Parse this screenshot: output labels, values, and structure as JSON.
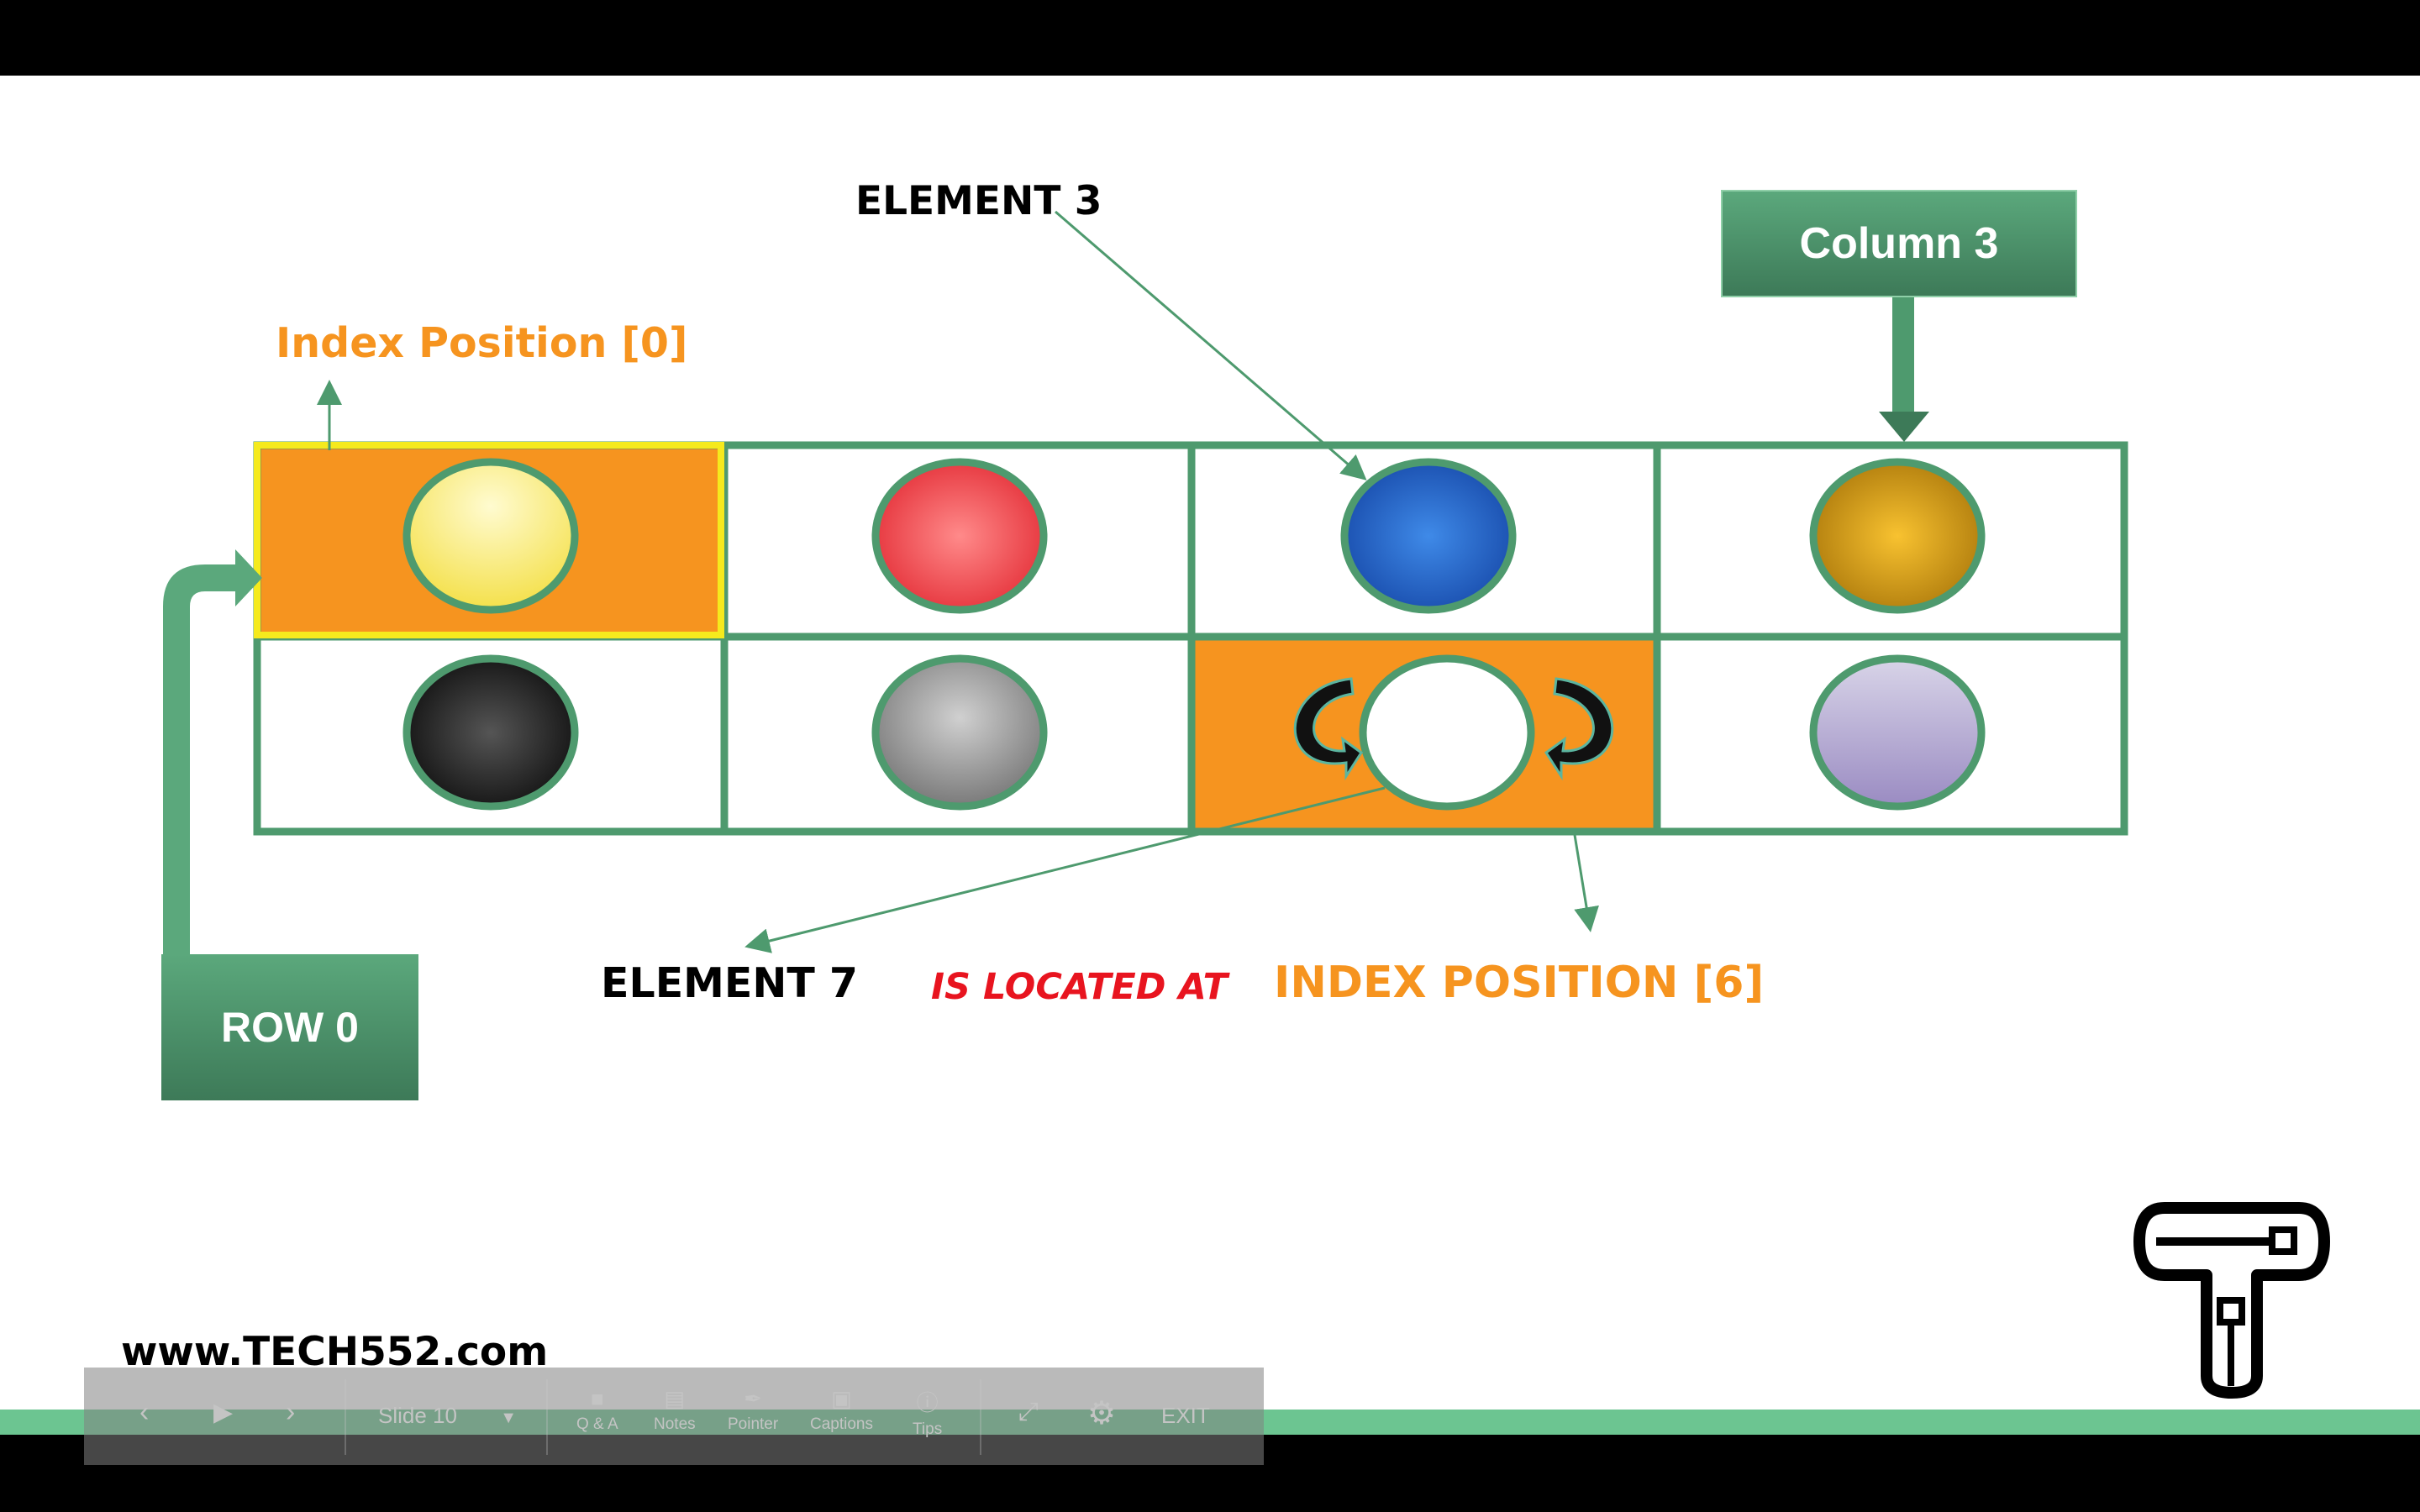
{
  "slide": {
    "labels": {
      "element3": "ELEMENT 3",
      "column3": "Column 3",
      "index_position_0": "Index Position [0]",
      "row0": "ROW 0",
      "element7": "ELEMENT 7",
      "is_located_at": "IS LOCATED AT",
      "index_position_6": "INDEX POSITION [6]",
      "website": "www.TECH552.com"
    },
    "grid": {
      "rows": 2,
      "columns": 4,
      "border_color": "#4e9a6e",
      "highlight_color": "#f6941f",
      "highlight_border": "#f5ea1d",
      "circle_colors": [
        "#f6e66a",
        "#ee3f47",
        "#1e5fc0",
        "#d59a12",
        "#202020",
        "#9a9a9a",
        "#ffffff",
        "#a99ac8"
      ]
    }
  },
  "controls": {
    "slide_label": "Slide 10",
    "buttons": [
      {
        "icon": "chat-icon",
        "label": "Q & A"
      },
      {
        "icon": "notes-icon",
        "label": "Notes"
      },
      {
        "icon": "pointer-icon",
        "label": "Pointer"
      },
      {
        "icon": "captions-icon",
        "label": "Captions"
      },
      {
        "icon": "info-icon",
        "label": "Tips"
      }
    ],
    "exit_label": "EXIT"
  }
}
